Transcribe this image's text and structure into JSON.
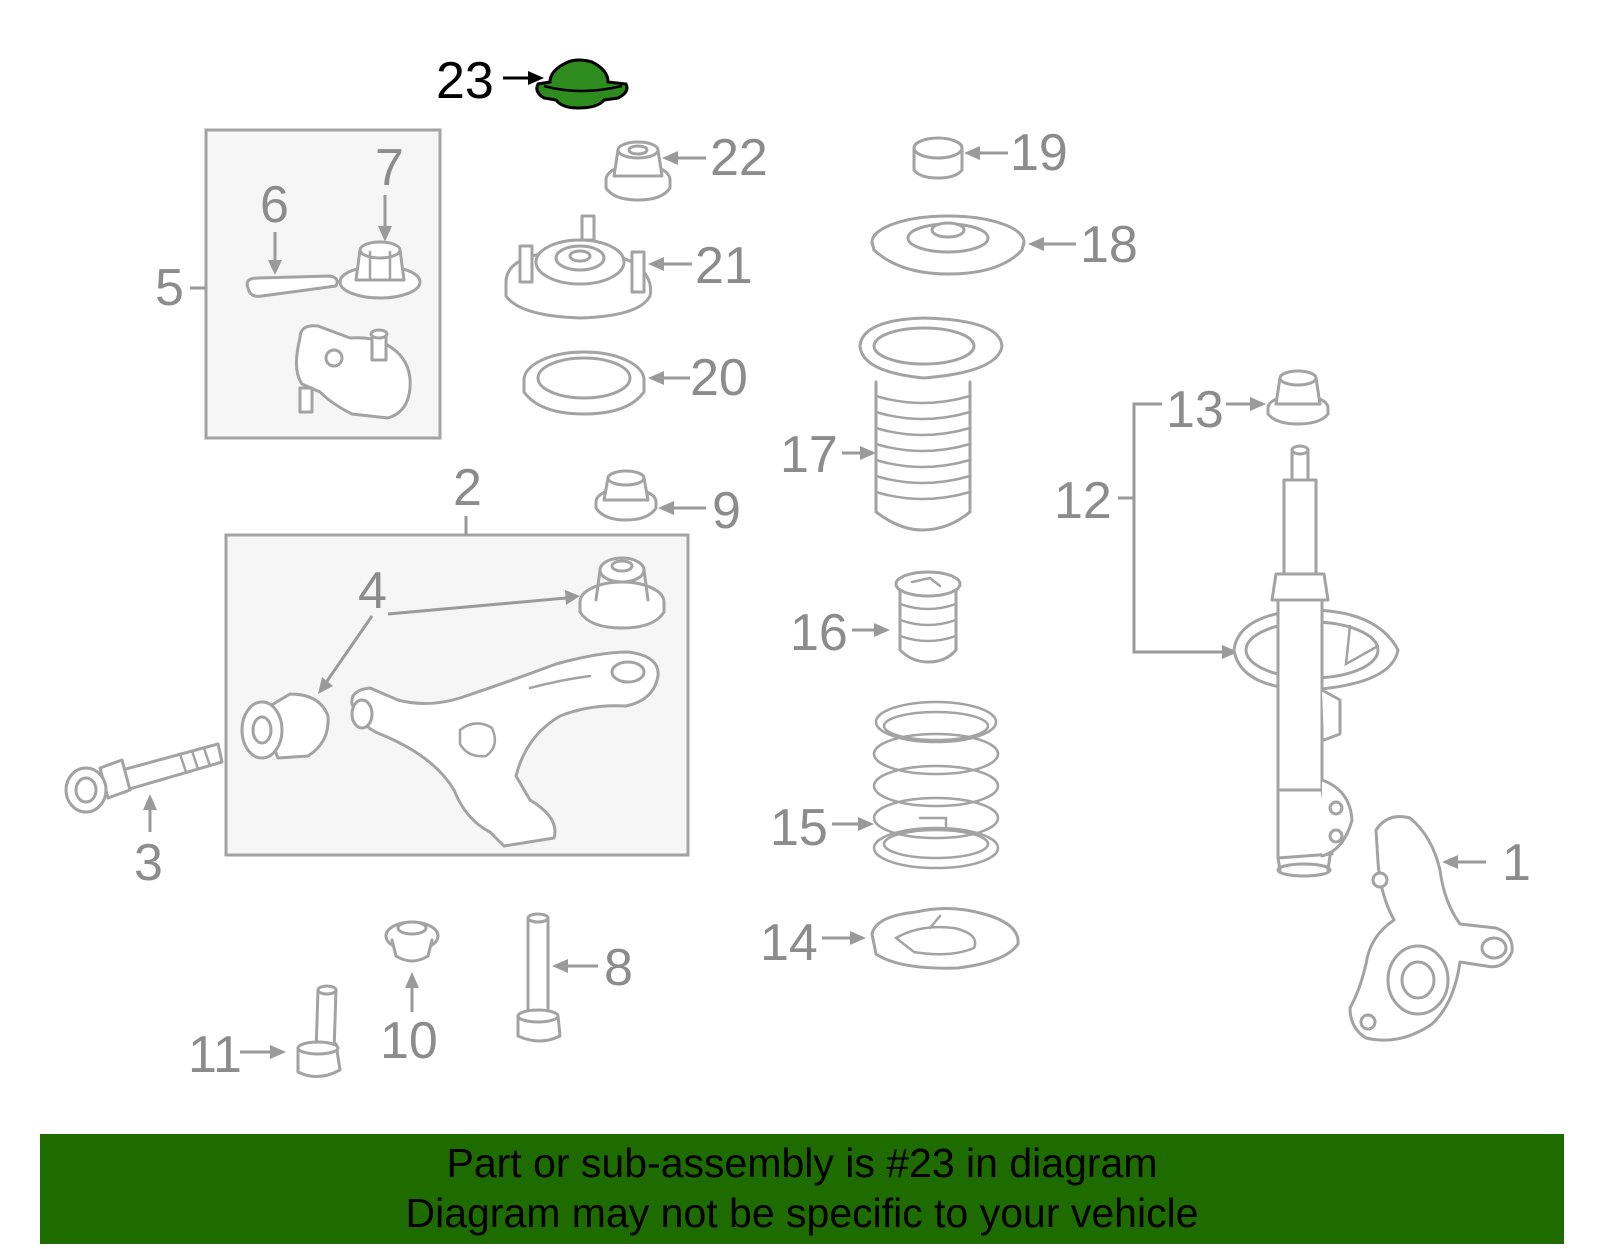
{
  "highlight": {
    "part_number": "23",
    "color": "#2e8b1e"
  },
  "labels": {
    "p1": "1",
    "p2": "2",
    "p3": "3",
    "p4": "4",
    "p5": "5",
    "p6": "6",
    "p7": "7",
    "p8": "8",
    "p9": "9",
    "p10": "10",
    "p11": "11",
    "p12": "12",
    "p13": "13",
    "p14": "14",
    "p15": "15",
    "p16": "16",
    "p17": "17",
    "p18": "18",
    "p19": "19",
    "p20": "20",
    "p21": "21",
    "p22": "22",
    "p23": "23"
  },
  "banner": {
    "background": "#1e6b00",
    "line1": "Part or sub-assembly is #23 in diagram",
    "line2": "Diagram may not be specific to your vehicle"
  }
}
